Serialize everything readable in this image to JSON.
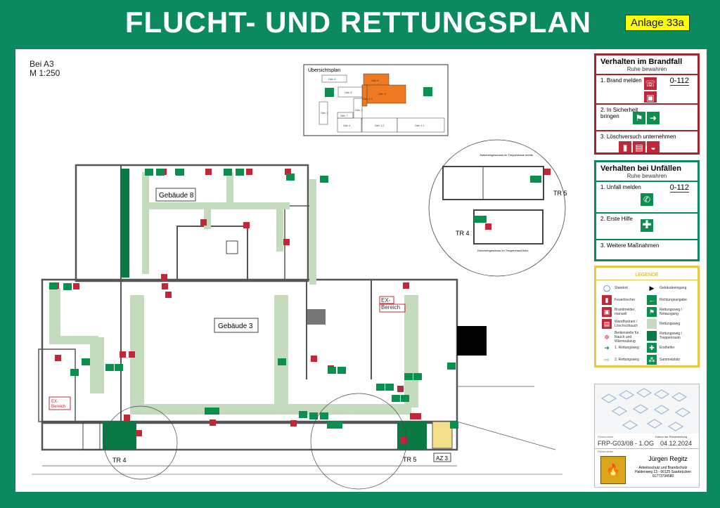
{
  "header": {
    "title": "FLUCHT- UND RETTUNGSPLAN",
    "badge": "Anlage 33a"
  },
  "plan": {
    "paper": "Bei A3",
    "scale": "M 1:250",
    "building_8": "Gebäude 8",
    "building_3": "Gebäude 3",
    "ex_area_1": "EX-\nBereich",
    "ex_area_2": "EX-\nBereich",
    "tr4": "TR 4",
    "tr5": "TR 5",
    "az3": "AZ 3",
    "overview": {
      "title": "Übersichtsplan",
      "buildings": [
        "Geb. 6",
        "Geb. 8",
        "Geb. 5",
        "Geb. 3",
        "Geb. 1.3",
        "Geb. 2",
        "Geb. 1",
        "Geb. 7",
        "Geb. 4",
        "Geb. 1.2",
        "Geb. 1.1"
      ]
    },
    "detail": {
      "top_caption": "Zwischengeschoss im Treppenhaus rechts",
      "bottom_caption": "Zwischengeschoss im Treppenhaus links",
      "tr5": "TR 5",
      "tr4": "TR 4"
    }
  },
  "fire": {
    "title": "Verhalten im Brandfall",
    "subtitle": "Ruhe bewahren",
    "phone": "0-112",
    "steps": [
      "1. Brand melden",
      "2. In Sicherheit bringen",
      "3. Löschversuch unternehmen"
    ],
    "colors": {
      "frame": "#a3262f"
    }
  },
  "accident": {
    "title": "Verhalten bei Unfällen",
    "subtitle": "Ruhe bewahren",
    "phone": "0-112",
    "steps": [
      "1. Unfall melden",
      "2. Erste Hilfe",
      "3. Weitere Maßnahmen"
    ],
    "colors": {
      "frame": "#0a8a5e"
    }
  },
  "legend": {
    "title": "LEGENDE",
    "items": [
      "Standort",
      "Feuerlöscher",
      "Brandmelder, manuell",
      "Wandhydrant / Löschschlauch",
      "Bedienstelle für Rauch und Wärmeabzug",
      "1. Rettungsweg",
      "2. Rettungsweg",
      "Gebäudeeingang",
      "Richtungsangabe",
      "Rettungsweg / Notausgang",
      "Rettungsweg",
      "Rettungsweg / Treppenraum",
      "Ersthelfer",
      "Sammelplatz"
    ]
  },
  "titleblock": {
    "plan_no_label": "Plannummer",
    "plan_no": "FRP-G03/08 - 1.OG",
    "date_label": "Datum der Planerstellung",
    "date": "04.12.2024",
    "author_label": "Planersteller",
    "author": "Jürgen Regitz",
    "company": "Arbeitsschutz und Brandschutz",
    "address": "Haldenweg 13 - 66125 Saarbrücken",
    "phone": "01773734580"
  }
}
